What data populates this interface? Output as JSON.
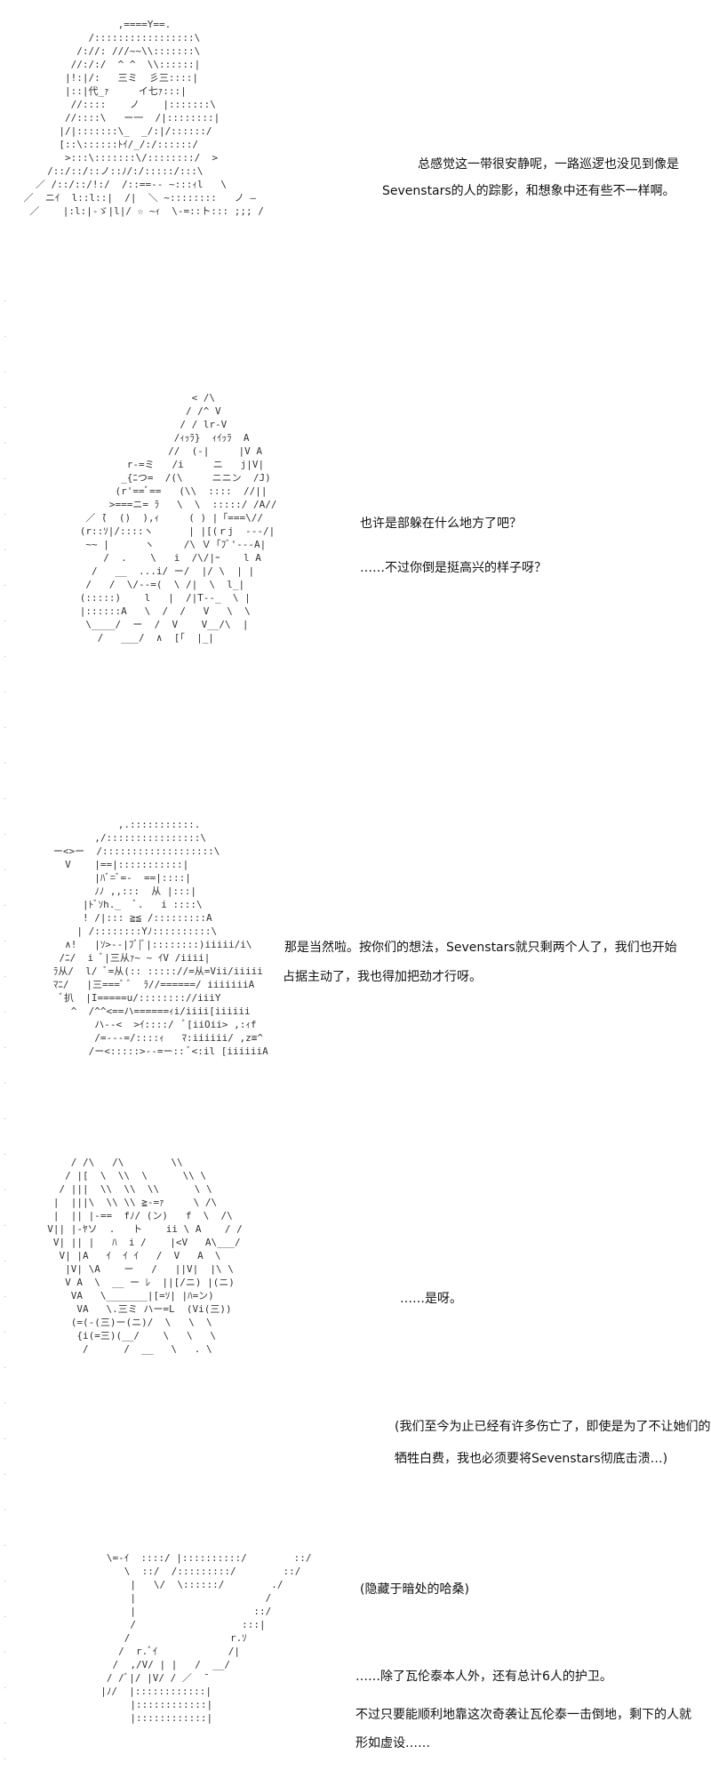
{
  "panels": [
    {
      "art": "                 ,====Y==.\n            /:::::::::::::::::\\\n          /://: ///~~\\\\:::::::\\\n         //:/:/  ^ ^  \\\\::::::|\n        |!:|/:   三ミ  彡三::::|\n        |::|代_ｧ     イ七ｧ:::|\n         //::::    ノ    |:::::::\\\n        //::::\\   ー一  /|::::::::|\n       |/|:::::::\\_  _/:|/::::::/\n       [::\\::::::ﾄｲ/_/:/::::::/\n        >:::\\:::::::\\/::::::::/  >\n     /::/::/::ノ::ﾉ/:/:::::/:::\\\n   ／ /::/::/!:/  /::==-- ~:::ｨl   \\\n ／  ニｲ  l::l::|  /|  ＼ ~::::::::   ノ ―\n  ／    |:l:|-ゞ|l|/ ☆ ~ｨ  \\-=::ト::: ;;; /",
      "lines": [
        "总感觉这一带很安静呢，一路巡逻也没见到像是",
        "Sevenstars的人的踪影，和想象中还有些不一样啊。"
      ]
    },
    {
      "art": "                         < /\\\n                        / /^ V\n                       / / lr-V\n                      /ｨｯﾗ}  ｨｲｯﾗ  A\n                     //  (-|     |V A\n              r-=ミ   /i     ニ   j|V|\n             _{ﾆつ=  /(\\     ニニン  /J)\n            (r'==ﾞ==   (\\\\  ::::  //||\n           >===ニ= ﾗ   \\  \\  :::::/ /A//\n       ／ ̄(  ()  ),ｨ     ( ) |「===\\//\n      (r::ｿ|/::::ヽ      | |[(ｒj  ---/|\n       ~~ |      ヽ     /\\ Ｖ「ﾌﾞ'---A|\n          /  .    \\   i  /\\/|ｰ    l A\n        /   __  ...i/ ー/  |/ \\  | |\n       /   /  \\/--=(  \\ /|  \\  l_|\n      (:::::)    l   |  /|T--_  \\ |\n      |::::::A   \\  /  /   V   \\  \\\n       \\____/  ー  /  V    V__/\\  |\n         /   ___/  ∧  [「  |_|",
      "lines": [
        "也许是部躲在什么地方了吧？",
        "……不过你倒是挺高兴的样子呀？"
      ]
    },
    {
      "art": "              ,.:::::::::::.\n          ,/::::::::::::::::\\\n   ー<>ー  /:::::::::::::::::::\\\n     V    |==|:::::::::::|\n          |ﾊﾞ=ﾞ=-  ==|::::|\n          ﾉﾉ ,,:::  从 |:::|\n        |ﾄﾞｿh._  ﾞ.   i ::::\\\n        ! /|::: ≧≦ /:::::::::A\n       | /::::::::Yﾉ::::::::::\\\n     ∧!   |ｿ>--|ﾌﾞ|ﾞ|::::::::)iiiii/i\\\n    /ﾆ/  i ﾞ|三从ｧ~ ~ ｲV /iiii|\n   ﾗ从/  l/ ﾞ=从(:: ::::://=从=Vii/iiiii\n   ﾏﾆ/   |三===ﾞ ﾞ  ﾗ//======/ iiiiiiiA\n    ﾞ扒  |I=====u/:::::::://iiiY\n      ^  /^^<==ハ======ｨi/iiii[iiiiii\n          ハ--<  >ｲ::::/  ﾞ[iiOii> ,:ｨf\n          /=---=/::::ｨ   ﾏ:iiiiii/ ,z≡^\n         /ー<:::::>--=ー:: ﾞ<:il [iiiiiiA",
      "lines": [
        "那是当然啦。按你们的想法，Sevenstars就只剩两个人了，我们也开始",
        "占据主动了，我也得加把劲才行呀。"
      ]
    },
    {
      "art": "      / /\\   /\\        \\\\\n     / |[  \\  \\\\  \\      \\\\ \\\n    / |||  \\\\  \\\\  \\\\      \\ \\\n   |  |||\\  \\\\ \\\\ ≧-=ｧ     \\ /\\\n   |  || |-==  fﾉ/ (ン)   f  \\  /\\\n  V|| |-ﾔソ  .   ト    ii \\ A    / /\n   V| || |   ﾊ  i /    |<V   A\\___/\n    V| |A   ｲ  ｲ ｲ   /  V   A  \\\n     |V| \\A    ー   /   ||V|  |\\ \\\n     V A  \\  __ ー ﾚ  ||[/ニ) |(ニ)\n      VA   \\_______|[=ｿ| |ﾊ=ン)\n       VA   \\.三ミ ハー=L  (Vi(三))\n      (=(-(三)ー(ニ)/  \\   \\  \\\n       {i(=三)(__/    \\   \\   \\\n        /      /  __   \\   . \\",
      "lines": [
        "……是呀。",
        "(我们至今为止已经有许多伤亡了，即使是为了不让她们的",
        "牺牲白费，我也必须要将Sevenstars彻底击溃…)"
      ]
    },
    {
      "art": "   \\=-ｲ  ::::/ |::::::::::/        ::/\n      \\  ::/  /:::::::::/        ::/\n       |   \\/  \\::::::/        ./\n       |                      /\n       |                    ::/\n       /                  :::|\n      /                 r.ｿ\n     /  r.ﾞｲ            /|\n    /  ,/V/ | |   /  __/\n   / /ﾞ|/ |V/ / ／  ̄\n  |ﾉ/  |::::::::::::|\n       |::::::::::::|\n       |::::::::::::|",
      "lines": [
        "(隐藏于暗处的哈桑)",
        "……除了瓦伦泰本人外，还有总计6人的护卫。",
        "不过只要能顺利地靠这次奇袭让瓦伦泰一击倒地，剩下的人就",
        "形如虚设……"
      ]
    }
  ]
}
